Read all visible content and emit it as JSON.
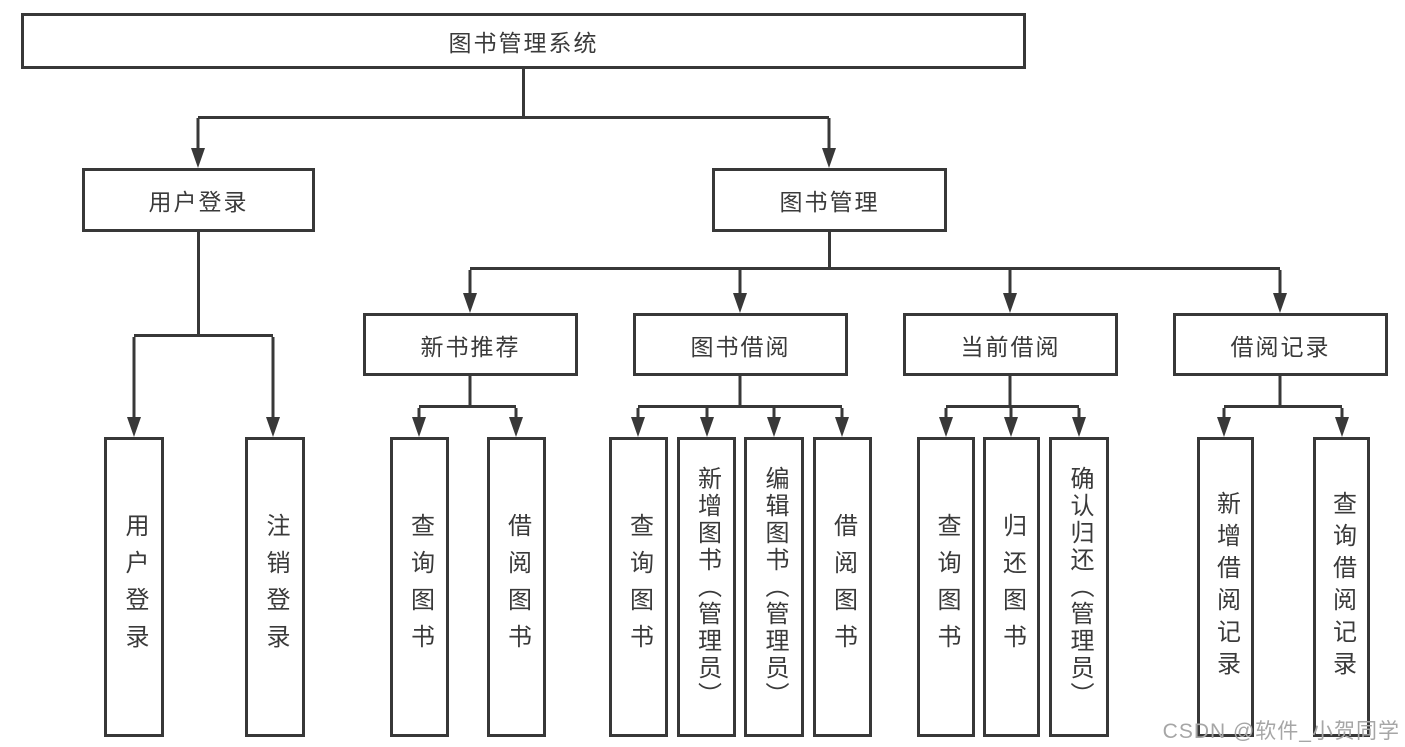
{
  "diagram_type": "hierarchy-flowchart",
  "tree": {
    "label": "图书管理系统",
    "children": [
      {
        "label": "用户登录",
        "children": [
          {
            "label": "用户登录"
          },
          {
            "label": "注销登录"
          }
        ]
      },
      {
        "label": "图书管理",
        "children": [
          {
            "label": "新书推荐",
            "children": [
              {
                "label": "查询图书"
              },
              {
                "label": "借阅图书"
              }
            ]
          },
          {
            "label": "图书借阅",
            "children": [
              {
                "label": "查询图书"
              },
              {
                "label": "新增图书（管理员）"
              },
              {
                "label": "编辑图书（管理员）"
              },
              {
                "label": "借阅图书"
              }
            ]
          },
          {
            "label": "当前借阅",
            "children": [
              {
                "label": "查询图书"
              },
              {
                "label": "归还图书"
              },
              {
                "label": "确认归还（管理员）"
              }
            ]
          },
          {
            "label": "借阅记录",
            "children": [
              {
                "label": "新增借阅记录"
              },
              {
                "label": "查询借阅记录"
              }
            ]
          }
        ]
      }
    ]
  },
  "watermark": "CSDN @软件_小贺同学",
  "colors": {
    "line": "#383838",
    "box_border": "#383838",
    "text": "#3a3a3a",
    "watermark": "#a6a6a6",
    "background": "#ffffff"
  }
}
